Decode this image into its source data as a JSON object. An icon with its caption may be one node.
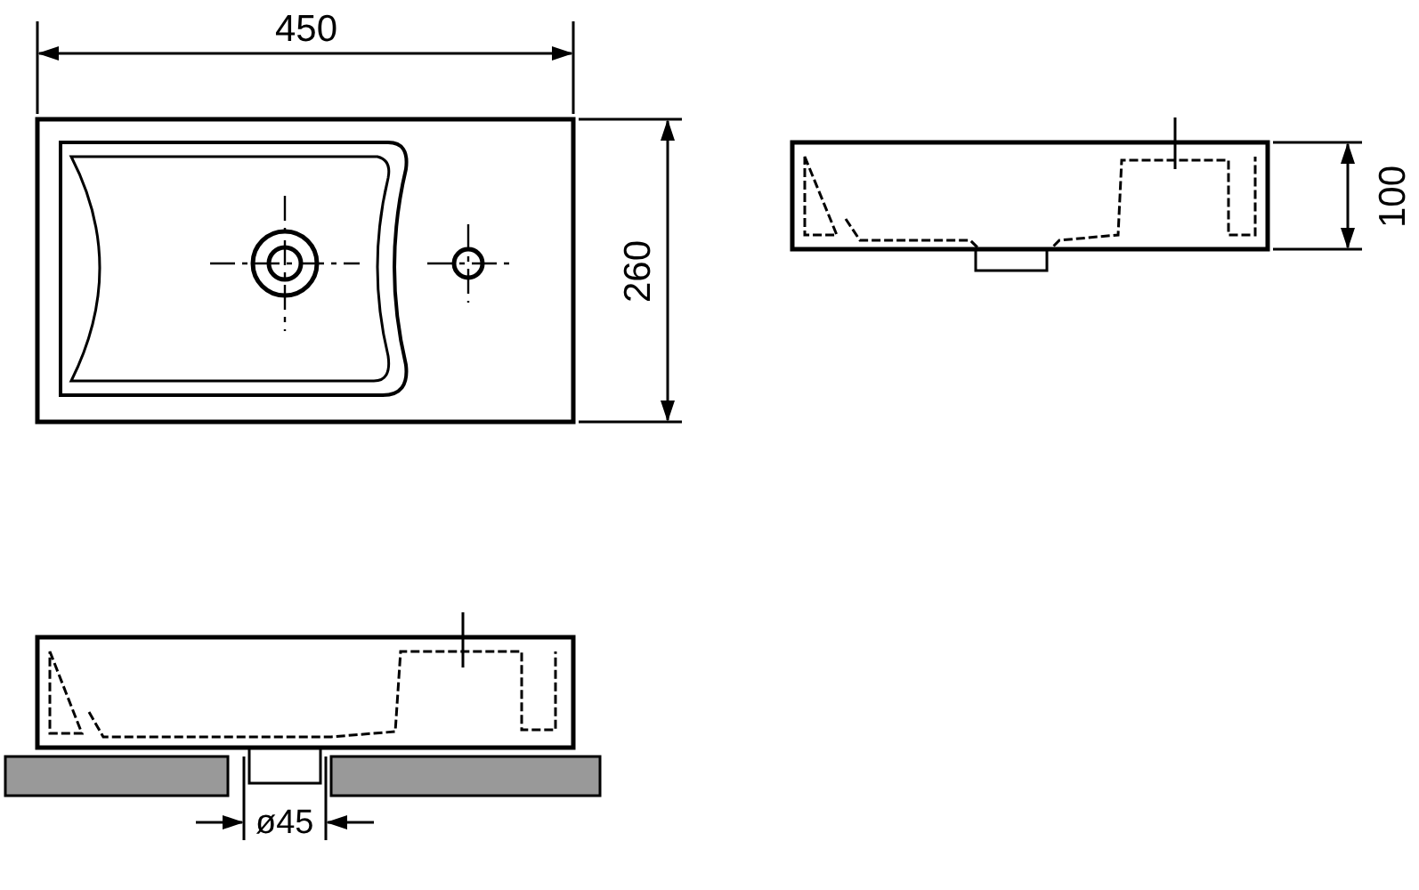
{
  "diagram": {
    "labels": [
      "450",
      "260",
      "100",
      "ø45"
    ]
  }
}
